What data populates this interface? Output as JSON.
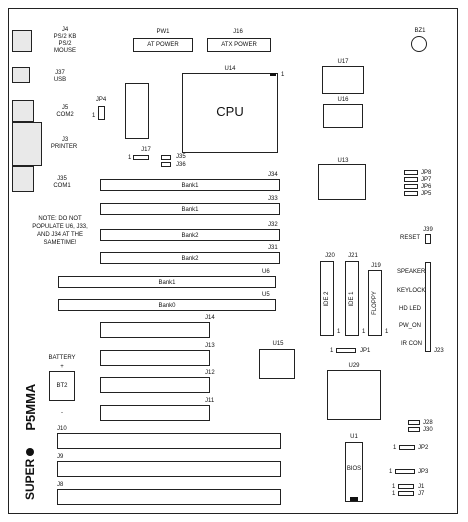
{
  "connectors": {
    "j4": "J4",
    "ps2kb": "PS/2 KB",
    "ps2mouse": "PS/2",
    "mouse": "MOUSE",
    "j37": "J37",
    "usb": "USB",
    "j5": "J5",
    "com2": "COM2",
    "j3": "J3",
    "printer": "PRINTER",
    "j35": "J35",
    "com1": "COM1"
  },
  "power": {
    "pw1": "PW1",
    "at_power": "AT POWER",
    "j16": "J16",
    "atx_power": "ATX POWER"
  },
  "chips": {
    "bz1": "BZ1",
    "u14": "U14",
    "cpu": "CPU",
    "u17": "U17",
    "u16": "U16",
    "u13_top": "U13",
    "jp4": "JP4",
    "u15": "U15",
    "u29": "U29",
    "u1": "U1",
    "bios": "BIOS"
  },
  "jumpers": {
    "j17": "J17",
    "j35b": "J35",
    "j36": "J36",
    "jp8": "JP8",
    "jp7": "JP7",
    "jp6": "JP6",
    "jp5": "JP5",
    "jp1": "JP1",
    "j28": "J28",
    "j30": "J30",
    "jp2": "JP2",
    "jp3": "JP3",
    "j1": "J1",
    "j7": "J7"
  },
  "memory": [
    {
      "ref": "J34",
      "bank": "Bank1"
    },
    {
      "ref": "J33",
      "bank": "Bank1"
    },
    {
      "ref": "J32",
      "bank": "Bank2"
    },
    {
      "ref": "J31",
      "bank": "Bank2"
    },
    {
      "ref": "U6",
      "bank": "Bank1"
    },
    {
      "ref": "U5",
      "bank": "Bank0"
    }
  ],
  "note": [
    "NOTE: DO NOT",
    "POPULATE U6, J33,",
    "AND J34 AT THE",
    "SAMETIME!"
  ],
  "drives": {
    "j20": "J20",
    "ide2": "IDE 2",
    "j21": "J21",
    "ide1": "IDE 1",
    "j19": "J19",
    "floppy": "FLOPPY"
  },
  "front_panel": {
    "j39": "J39",
    "reset": "RESET",
    "speaker": "SPEAKER",
    "keylock": "KEYLOCK",
    "hd_led": "HD LED",
    "pw_on": "PW_ON",
    "ir_con": "IR CON",
    "j23": "J23"
  },
  "slots_short": [
    "J14",
    "J13",
    "J12",
    "J11"
  ],
  "slots_long": [
    "J10",
    "J9",
    "J8"
  ],
  "battery": {
    "label": "BATTERY",
    "ref": "BT2",
    "plus": "+",
    "minus": "-"
  },
  "brand": {
    "name": "SUPER",
    "model": "P5MMA"
  },
  "pin_one": "1"
}
